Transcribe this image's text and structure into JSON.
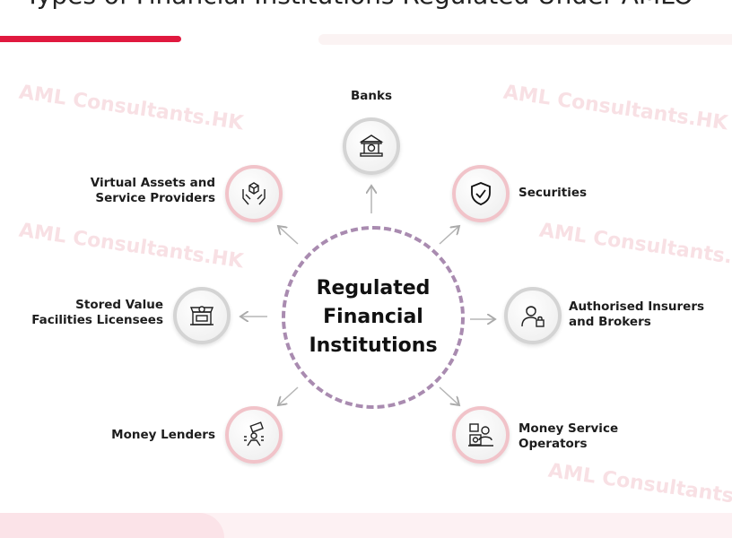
{
  "title": "Types of Financial Institutions Regulated Under AMLO",
  "watermark": "AML Consultants.HK",
  "center": {
    "line1": "Regulated",
    "line2": "Financial",
    "line3": "Institutions"
  },
  "nodes": [
    {
      "label1": "Banks",
      "label2": "",
      "icon": "bank-icon"
    },
    {
      "label1": "Securities",
      "label2": "",
      "icon": "shield-check-icon"
    },
    {
      "label1": "Authorised Insurers",
      "label2": "and Brokers",
      "icon": "agent-lock-icon"
    },
    {
      "label1": "Money Service",
      "label2": "Operators",
      "icon": "cashier-icon"
    },
    {
      "label1": "Money Lenders",
      "label2": "",
      "icon": "hand-money-icon"
    },
    {
      "label1": "Stored Value",
      "label2": "Facilities Licensees",
      "icon": "store-icon"
    },
    {
      "label1": "Virtual Assets and",
      "label2": "Service Providers",
      "icon": "hands-box-icon"
    }
  ],
  "colors": {
    "accent": "#e0193f",
    "dashed": "#a98bb0",
    "pink_ring": "#f1c3c9",
    "grey_ring": "#d4d4d4"
  }
}
